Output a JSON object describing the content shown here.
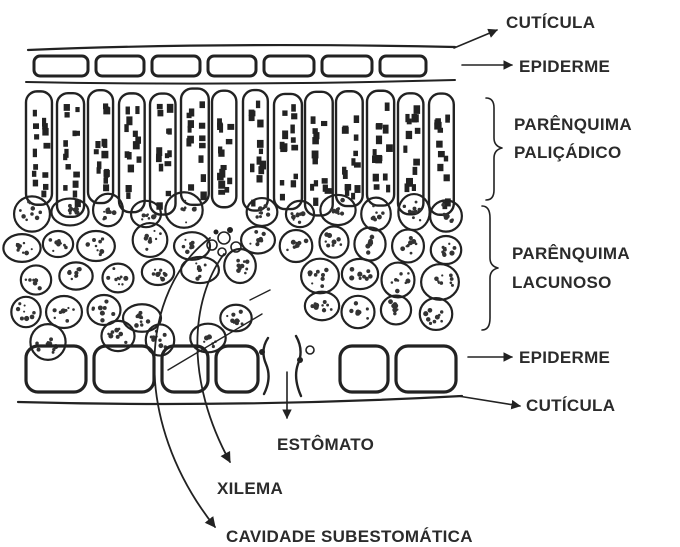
{
  "diagram": {
    "labels": {
      "cuticula_top": "CUTÍCULA",
      "epiderme_top": "EPIDERME",
      "palicadico_l1": "PARÊNQUIMA",
      "palicadico_l2": "PALIÇÁDICO",
      "lacunoso_l1": "PARÊNQUIMA",
      "lacunoso_l2": "LACUNOSO",
      "epiderme_bottom": "EPIDERME",
      "cuticula_bottom": "CUTÍCULA",
      "estomato": "ESTÔMATO",
      "xilema": "XILEMA",
      "cavidade": "CAVIDADE SUBESTOMÁTICA"
    },
    "colors": {
      "ink": "#222222",
      "text": "#2b2b2b",
      "background": "#ffffff"
    }
  }
}
